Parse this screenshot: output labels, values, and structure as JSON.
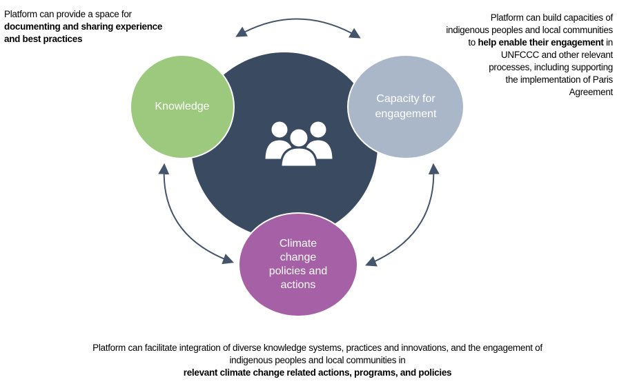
{
  "notes": {
    "knowledge": {
      "plain": "Platform  can provide a space for",
      "bold": "documenting and sharing experience and best practices"
    },
    "capacity": {
      "line1": "Platform  can build capacities of",
      "line2": "indigenous peoples and local communities",
      "pre": "to ",
      "bold": "help enable their engagement",
      "post": " in",
      "rest": "UNFCCC and other relevant processes, including supporting the implementation of Paris Agreement"
    },
    "climate": {
      "plain": "Platform can facilitate  integration of diverse knowledge systems, practices and innovations, and the engagement of indigenous peoples and local communities in",
      "bold": "relevant climate change related actions, programs, and policies"
    }
  },
  "circles": {
    "knowledge": {
      "label": "Knowledge",
      "color": "#9cc97e"
    },
    "capacity": {
      "label": "Capacity for engagement",
      "color": "#aab7c9"
    },
    "climate": {
      "label": "Climate change policies and actions",
      "color": "#a660a6"
    }
  },
  "hub": {
    "color": "#3a4a60",
    "icon": "people-group-icon"
  },
  "arrows": {
    "color": "#44546a",
    "style": "double-headed curved"
  }
}
